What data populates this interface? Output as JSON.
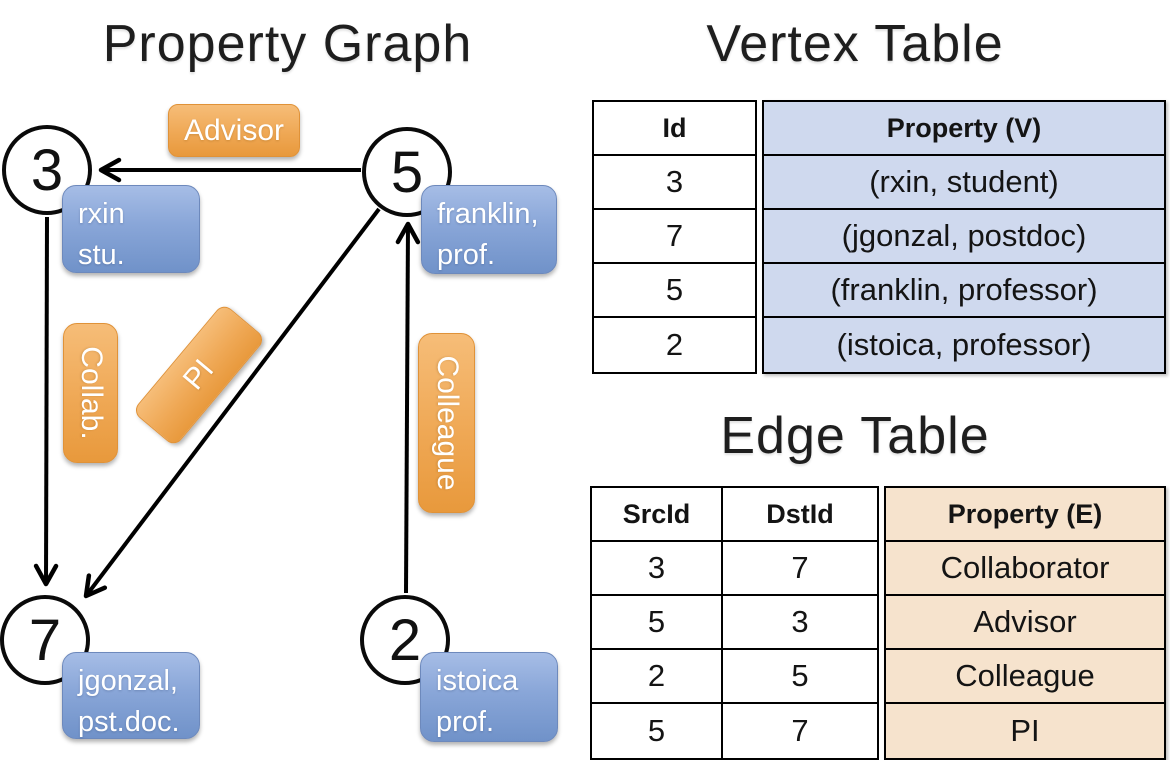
{
  "colors": {
    "edge_label_orange": "#ec9f46",
    "vertex_label_blue": "#7e9cd4",
    "vertex_property_bg": "#cfd9ee",
    "edge_property_bg": "#f6e3cd",
    "line_black": "#000000"
  },
  "property_graph": {
    "title": "Property Graph",
    "vertices": [
      {
        "id": "3",
        "lines": [
          "rxin",
          "stu."
        ]
      },
      {
        "id": "5",
        "lines": [
          "franklin,",
          "prof."
        ]
      },
      {
        "id": "7",
        "lines": [
          "jgonzal,",
          "pst.doc."
        ]
      },
      {
        "id": "2",
        "lines": [
          "istoica",
          "prof."
        ]
      }
    ],
    "edges": [
      {
        "label": "Advisor",
        "src": "5",
        "dst": "3"
      },
      {
        "label": "Collab.",
        "src": "3",
        "dst": "7"
      },
      {
        "label": "PI",
        "src": "5",
        "dst": "7"
      },
      {
        "label": "Colleague",
        "src": "2",
        "dst": "5"
      }
    ]
  },
  "vertex_table": {
    "title": "Vertex Table",
    "headers": {
      "id": "Id",
      "property": "Property (V)"
    },
    "rows": [
      {
        "id": "3",
        "property": "(rxin, student)"
      },
      {
        "id": "7",
        "property": "(jgonzal, postdoc)"
      },
      {
        "id": "5",
        "property": "(franklin, professor)"
      },
      {
        "id": "2",
        "property": "(istoica, professor)"
      }
    ]
  },
  "edge_table": {
    "title": "Edge Table",
    "headers": {
      "src": "SrcId",
      "dst": "DstId",
      "property": "Property (E)"
    },
    "rows": [
      {
        "src": "3",
        "dst": "7",
        "property": "Collaborator"
      },
      {
        "src": "5",
        "dst": "3",
        "property": "Advisor"
      },
      {
        "src": "2",
        "dst": "5",
        "property": "Colleague"
      },
      {
        "src": "5",
        "dst": "7",
        "property": "PI"
      }
    ]
  }
}
